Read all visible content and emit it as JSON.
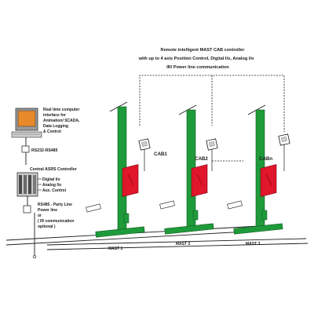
{
  "header": {
    "line1": "Remote intelligent MAST CAB controller",
    "line2": "with up to 4 axis Position Control, Digital I/o, Analog I/o",
    "line3": "IR/ Power line communication"
  },
  "computer": {
    "line1": "Real time computer",
    "line2": "interface for",
    "line3": "Animation/ SCADA,",
    "line4": "Data Logging",
    "line5": "& Control"
  },
  "link_label": "RS232-RS485",
  "controller": {
    "title": "Central ASRS Controller",
    "io1": "Digital I/o",
    "io2": "Analog I/o",
    "io3": "Aux. Control"
  },
  "bus_note": {
    "line1": "RS485 - Party Line",
    "line2": "Power line",
    "line3": "or",
    "line4": "( IR communication",
    "line5": "optional )"
  },
  "cabs": [
    {
      "label": "CAB1",
      "mast": "MAST 1"
    },
    {
      "label": "CAB2",
      "mast": "MAST 2"
    },
    {
      "label": "CABn",
      "mast": "MAST 3"
    }
  ],
  "colors": {
    "mast_green": "#1f9a3a",
    "cab_red": "#e0162b",
    "monitor_orange": "#e8892a",
    "line_dark": "#1a1a1a"
  }
}
